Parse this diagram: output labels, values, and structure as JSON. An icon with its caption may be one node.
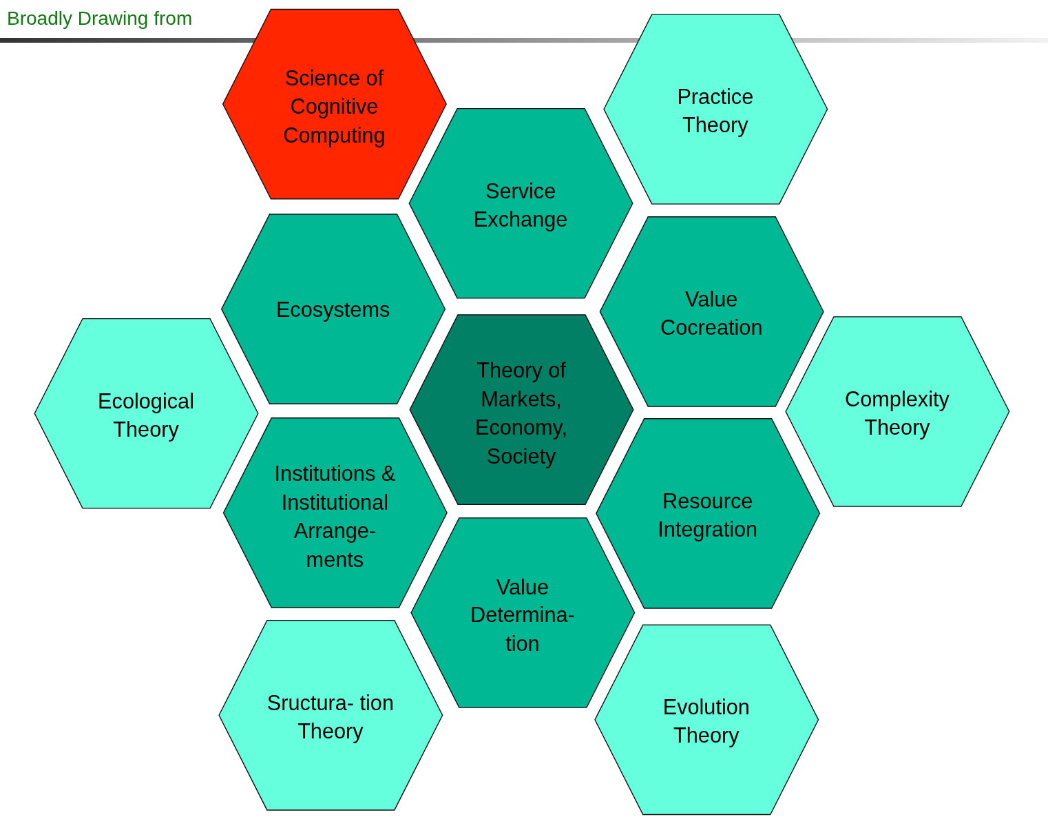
{
  "diagram": {
    "title": "Broadly Drawing from",
    "nodes": [
      {
        "text": [
          "Science of Cognitive Computing"
        ]
      },
      {
        "text": [
          "Practice Theory"
        ]
      },
      {
        "text": [
          "Service Exchange"
        ]
      },
      {
        "text": [
          "Ecosystems"
        ]
      },
      {
        "text": [
          "Value Cocreation"
        ]
      },
      {
        "text": [
          "Ecological Theory"
        ]
      },
      {
        "text": [
          "Theory of Markets, Economy, Society"
        ]
      },
      {
        "text": [
          "Complexity Theory"
        ]
      },
      {
        "text": [
          "Institutions & Institutional Arrange- ments"
        ]
      },
      {
        "text": [
          "Resource Integration"
        ]
      },
      {
        "text": [
          "Value Determina- tion"
        ]
      },
      {
        "text": [
          "Sructura- tion Theory"
        ]
      },
      {
        "text": [
          "Evolution Theory"
        ]
      }
    ]
  }
}
